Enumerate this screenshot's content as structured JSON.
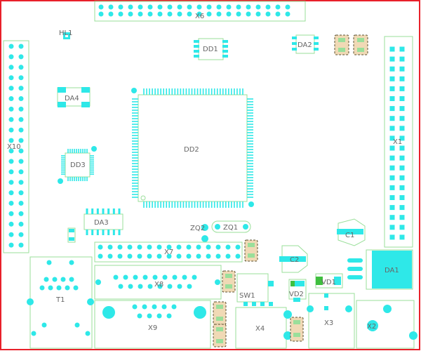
{
  "colors": {
    "outline": "#e8202a",
    "pad": "#2ee8e8",
    "silk": "#9adf9a",
    "label": "#6a6a6a",
    "resistor_fill": "#f0d9b5",
    "resistor_border": "#5a5030",
    "highlight": "#2ee8e8"
  },
  "components": {
    "X6": "X6",
    "HL1": "HL1",
    "DD1": "DD1",
    "DA2": "DA2",
    "X10": "X10",
    "DA4": "DA4",
    "DD2": "DD2",
    "DD3": "DD3",
    "DA3": "DA3",
    "X1": "X1",
    "ZQ2": "ZQ2",
    "ZQ1": "ZQ1",
    "C1": "C1",
    "C2": "C2",
    "X7": "X7",
    "DA1": "DA1",
    "X8": "X8",
    "VD1": "VD1",
    "T1": "T1",
    "SW1": "SW1",
    "VD2": "VD2",
    "X9": "X9",
    "X4": "X4",
    "X3": "X3",
    "X2": "X2"
  }
}
